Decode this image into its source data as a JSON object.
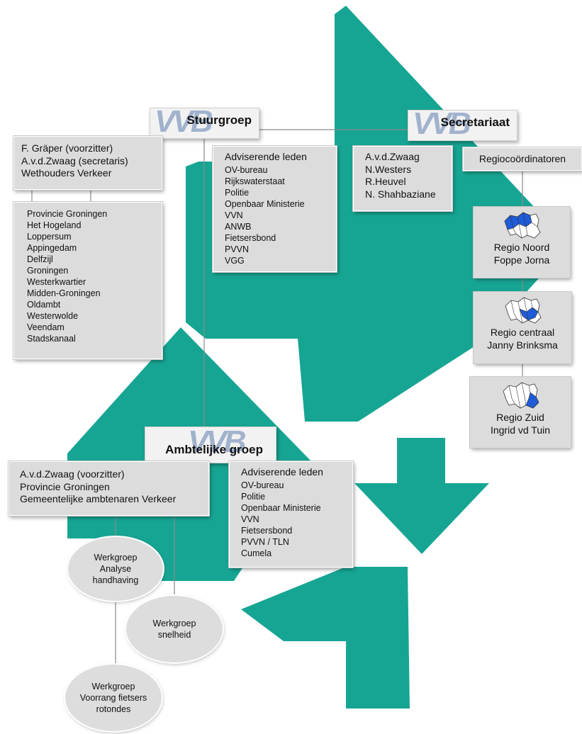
{
  "colors": {
    "teal": "#17a593",
    "box": "#dcdcdc",
    "map_blue": "#1f5bd6"
  },
  "stuurgroep": {
    "title": "Stuurgroep",
    "members": [
      "F. Gräper (voorzitter)",
      "A.v.d.Zwaag (secretaris)",
      "Wethouders Verkeer"
    ],
    "municipalities": [
      "Provincie Groningen",
      "Het Hogeland",
      "Loppersum",
      "Appingedam",
      "Delfzijl",
      "Groningen",
      "Westerkwartier",
      "Midden-Groningen",
      "Oldambt",
      "Westerwolde",
      "Veendam",
      "Stadskanaal"
    ],
    "advisory_title": "Adviserende leden",
    "advisory": [
      "OV-bureau",
      "Rijkswaterstaat",
      "Politie",
      "Openbaar Ministerie",
      "VVN",
      "ANWB",
      "Fietsersbond",
      "PVVN",
      "VGG"
    ]
  },
  "secretariaat": {
    "title": "Secretariaat",
    "members": [
      "A.v.d.Zwaag",
      "N.Westers",
      "R.Heuvel",
      "N. Shahbaziane"
    ],
    "coordinators_title": "Regiocoördinatoren",
    "regions": [
      {
        "name": "Regio Noord",
        "person": "Foppe Jorna",
        "map_icon": "groningen-map-north-highlighted"
      },
      {
        "name": "Regio centraal",
        "person": "Janny Brinksma",
        "map_icon": "groningen-map-central-highlighted"
      },
      {
        "name": "Regio Zuid",
        "person": "Ingrid vd Tuin",
        "map_icon": "groningen-map-south-highlighted"
      }
    ]
  },
  "ambtelijke": {
    "title": "Ambtelijke groep",
    "members": [
      "A.v.d.Zwaag (voorzitter)",
      "Provincie Groningen",
      "Gemeentelijke ambtenaren Verkeer"
    ],
    "advisory_title": "Adviserende leden",
    "advisory": [
      "OV-bureau",
      "Politie",
      "Openbaar Ministerie",
      "VVN",
      "Fietsersbond",
      "PVVN / TLN",
      "Cumela"
    ],
    "workgroups": [
      [
        "Werkgroep",
        "Analyse",
        "handhaving"
      ],
      [
        "Werkgroep",
        "snelheid"
      ],
      [
        "Werkgroep",
        "Voorrang fietsers",
        "rotondes"
      ]
    ]
  },
  "logo": {
    "watermark_text": "VVB"
  }
}
